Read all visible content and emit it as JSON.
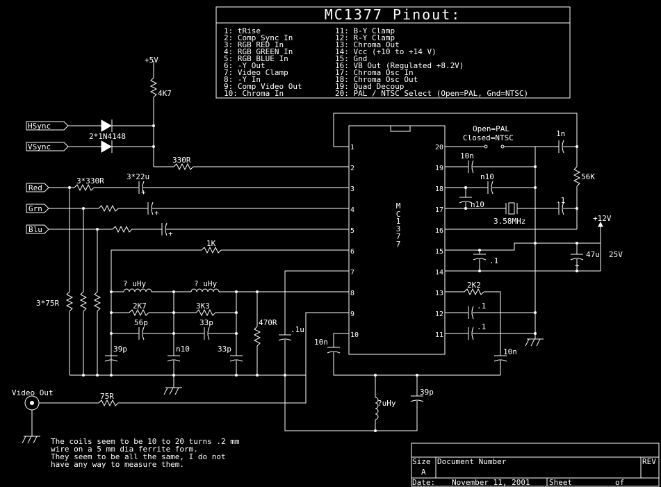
{
  "pinout": {
    "title": "MC1377 Pinout:",
    "left": [
      "1: tRise",
      "2: Comp Sync In",
      "3: RGB RED In",
      "4: RGB GREEN In",
      "5: RGB BLUE In",
      "6: -Y Out",
      "7: Video Clamp",
      "8: -Y In",
      "9: Comp Video Out",
      "10: Chroma In"
    ],
    "right": [
      "11: B-Y Clamp",
      "12: R-Y Clamp",
      "13: Chroma Out",
      "14: Vcc (+10 to +14 V)",
      "15: Gnd",
      "16: VB Out (Regulated +8.2V)",
      "17: Chroma Osc In",
      "18: Chroma Osc Out",
      "19: Quad Decoup",
      "20: PAL / NTSC Select (Open=PAL, Gnd=NTSC)"
    ]
  },
  "chip": {
    "label": [
      "M",
      "C",
      "1",
      "3",
      "7",
      "7"
    ],
    "left_pins": [
      "1",
      "2",
      "3",
      "4",
      "5",
      "6",
      "7",
      "8",
      "9",
      "10"
    ],
    "right_pins": [
      "20",
      "19",
      "18",
      "17",
      "16",
      "15",
      "14",
      "13",
      "12",
      "11"
    ]
  },
  "labels": {
    "plus5v": "+5V",
    "r4k7": "4K7",
    "hsync": "HSync",
    "vsync": "VSync",
    "diodes": "2*1N4148",
    "r330": "330R",
    "red": "Red",
    "grn": "Grn",
    "blu": "Blu",
    "r3x330": "3*330R",
    "c3x22u": "3*22u",
    "r1k": "1K",
    "r3x75": "3*75R",
    "coil1": "? uHy",
    "coil2": "? uHy",
    "r2k7": "2K7",
    "r3k3": "3K3",
    "c56p": "56p",
    "c33p_a": "33p",
    "r470": "470R",
    "c01u": ".1u",
    "c39p_a": "39p",
    "cn10_a": "n10",
    "c33p_b": "33p",
    "c10n_a": "10n",
    "video_out": "Video Out",
    "r75": "75R",
    "coil3": "?uHy",
    "c39p_b": "39p",
    "open_pal": "Open=PAL",
    "closed_ntsc": "Closed=NTSC",
    "c1n": "1n",
    "r56k": "56K",
    "c10n_b": "10n",
    "cn10_b": "n10",
    "cn10_c": "n10",
    "xtal": "3.58MHz",
    "c01_a": ".1",
    "plus12v": "+12V",
    "c01_b": ".1",
    "c47u": "47u",
    "v25": "25V",
    "r2k2": "2K2",
    "c01_c": ".1",
    "c01_d": ".1",
    "c10n_c": "10n"
  },
  "note": [
    "The coils seem to be 10 to 20 turns .2 mm",
    "wire on a 5 mm dia ferrite form.",
    "They seem to be all the same, I do not",
    "have any way to measure them."
  ],
  "titleblock": {
    "size_label": "Size",
    "size_value": "A",
    "docnum_label": "Document Number",
    "rev_label": "REV",
    "date_label": "Date:",
    "date_value": "November 11, 2001",
    "sheet_label": "Sheet",
    "of_label": "of"
  }
}
